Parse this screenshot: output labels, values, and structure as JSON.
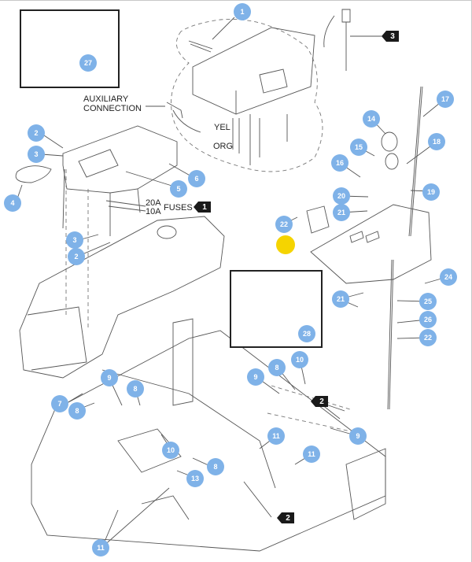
{
  "diagram": {
    "type": "exploded-parts-diagram",
    "labels": {
      "auxiliary_connection": "AUXILIARY\nCONNECTION",
      "aux_line1": "AUXILIARY",
      "aux_line2": "CONNECTION",
      "yel": "YEL",
      "org": "ORG",
      "fuse_20a": "20A",
      "fuse_10a": "10A",
      "fuses": "FUSES"
    },
    "callouts": [
      {
        "id": "c1",
        "text": "1"
      },
      {
        "id": "c2a",
        "text": "2"
      },
      {
        "id": "c3a",
        "text": "3"
      },
      {
        "id": "c4",
        "text": "4"
      },
      {
        "id": "c5",
        "text": "5"
      },
      {
        "id": "c6",
        "text": "6"
      },
      {
        "id": "c3b",
        "text": "3"
      },
      {
        "id": "c2b",
        "text": "2"
      },
      {
        "id": "c7",
        "text": "7"
      },
      {
        "id": "c8a",
        "text": "8"
      },
      {
        "id": "c9a",
        "text": "9"
      },
      {
        "id": "c8b",
        "text": "8"
      },
      {
        "id": "c10a",
        "text": "10"
      },
      {
        "id": "c8c",
        "text": "8"
      },
      {
        "id": "c13",
        "text": "13"
      },
      {
        "id": "c11a",
        "text": "11"
      },
      {
        "id": "c9b",
        "text": "9"
      },
      {
        "id": "c8d",
        "text": "8"
      },
      {
        "id": "c10b",
        "text": "10"
      },
      {
        "id": "c9c",
        "text": "9"
      },
      {
        "id": "c11b",
        "text": "11"
      },
      {
        "id": "c11c",
        "text": "11"
      },
      {
        "id": "c14",
        "text": "14"
      },
      {
        "id": "c15",
        "text": "15"
      },
      {
        "id": "c16",
        "text": "16"
      },
      {
        "id": "c17",
        "text": "17"
      },
      {
        "id": "c18",
        "text": "18"
      },
      {
        "id": "c19",
        "text": "19"
      },
      {
        "id": "c20",
        "text": "20"
      },
      {
        "id": "c21a",
        "text": "21"
      },
      {
        "id": "c22a",
        "text": "22"
      },
      {
        "id": "c24",
        "text": "24"
      },
      {
        "id": "c21b",
        "text": "21"
      },
      {
        "id": "c25",
        "text": "25"
      },
      {
        "id": "c26",
        "text": "26"
      },
      {
        "id": "c22b",
        "text": "22"
      },
      {
        "id": "c27",
        "text": "27"
      },
      {
        "id": "c28",
        "text": "28"
      }
    ],
    "flags": [
      {
        "id": "f3",
        "text": "3"
      },
      {
        "id": "f1",
        "text": "1"
      },
      {
        "id": "f2a",
        "text": "2"
      },
      {
        "id": "f2b",
        "text": "2"
      }
    ],
    "colors": {
      "callout": "#7fb2e8",
      "flag": "#1a1a1a",
      "hotspot": "#f5d400"
    }
  }
}
